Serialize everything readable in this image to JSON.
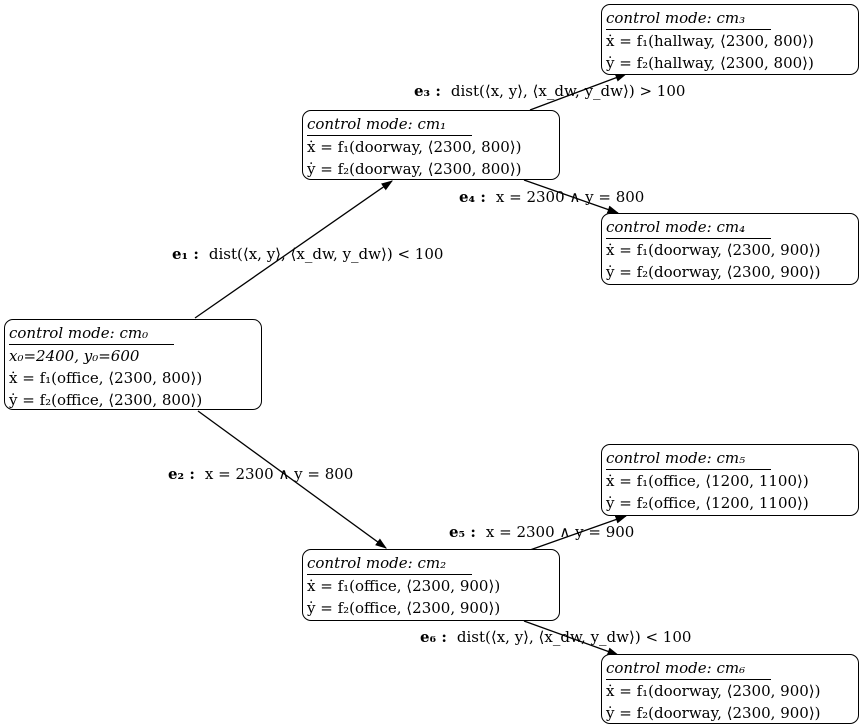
{
  "nodes": {
    "cm0": {
      "title": "control mode: cm₀",
      "init": "x₀=2400, y₀=600",
      "fx": "ẋ = f₁(office, ⟨2300, 800⟩)",
      "fy": "ẏ = f₂(office, ⟨2300, 800⟩)"
    },
    "cm1": {
      "title": "control mode: cm₁",
      "fx": "ẋ = f₁(doorway, ⟨2300, 800⟩)",
      "fy": "ẏ = f₂(doorway, ⟨2300, 800⟩)"
    },
    "cm2": {
      "title": "control mode: cm₂",
      "fx": "ẋ = f₁(office, ⟨2300, 900⟩)",
      "fy": "ẏ = f₂(office, ⟨2300, 900⟩)"
    },
    "cm3": {
      "title": "control mode: cm₃",
      "fx": "ẋ = f₁(hallway, ⟨2300, 800⟩)",
      "fy": "ẏ = f₂(hallway, ⟨2300, 800⟩)"
    },
    "cm4": {
      "title": "control mode: cm₄",
      "fx": "ẋ = f₁(doorway, ⟨2300, 900⟩)",
      "fy": "ẏ = f₂(doorway, ⟨2300, 900⟩)"
    },
    "cm5": {
      "title": "control mode: cm₅",
      "fx": "ẋ = f₁(office, ⟨1200, 1100⟩)",
      "fy": "ẏ = f₂(office, ⟨1200, 1100⟩)"
    },
    "cm6": {
      "title": "control mode: cm₆",
      "fx": "ẋ = f₁(doorway, ⟨2300, 900⟩)",
      "fy": "ẏ = f₂(doorway, ⟨2300, 900⟩)"
    }
  },
  "edges": {
    "e1": {
      "name": "e₁ :",
      "guard": "dist(⟨x, y⟩, ⟨x_dw, y_dw⟩) < 100"
    },
    "e2": {
      "name": "e₂ :",
      "guard": "x = 2300 ∧ y = 800"
    },
    "e3": {
      "name": "e₃ :",
      "guard": "dist(⟨x, y⟩, ⟨x_dw, y_dw⟩) > 100"
    },
    "e4": {
      "name": "e₄ :",
      "guard": "x = 2300 ∧ y = 800"
    },
    "e5": {
      "name": "e₅ :",
      "guard": "x = 2300 ∧ y = 900"
    },
    "e6": {
      "name": "e₆ :",
      "guard": "dist(⟨x, y⟩, ⟨x_dw, y_dw⟩) < 100"
    }
  }
}
